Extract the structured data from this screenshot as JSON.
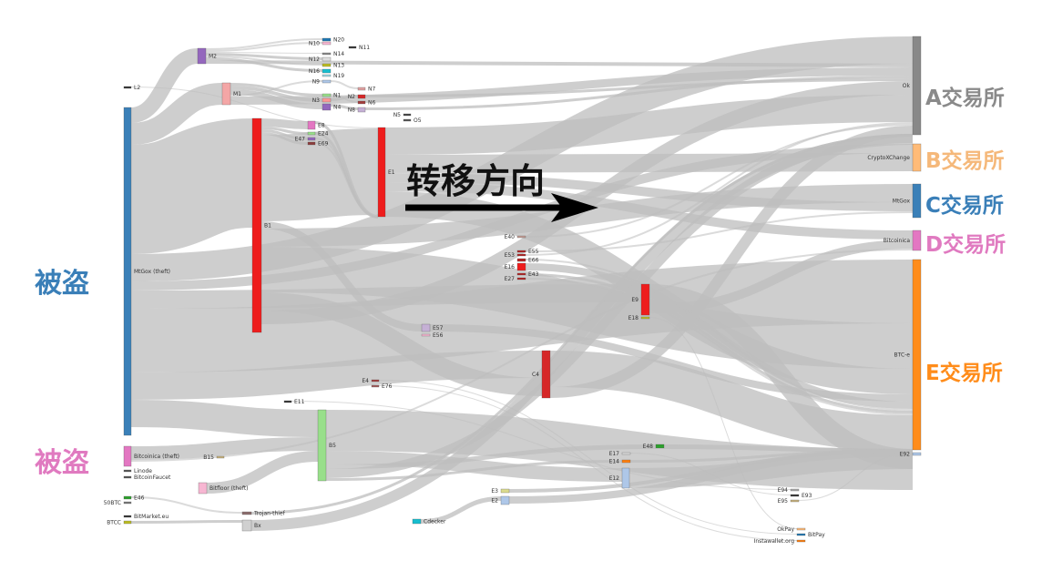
{
  "annotations": {
    "stolen_top": {
      "text": "被盗",
      "color": "#3a7fb8"
    },
    "stolen_bottom": {
      "text": "被盗",
      "color": "#e07ac0"
    },
    "direction": "转移方向",
    "exchanges": [
      {
        "text": "A交易所",
        "color": "#8a8a8a"
      },
      {
        "text": "B交易所",
        "color": "#f5b87a"
      },
      {
        "text": "C交易所",
        "color": "#3a7fb8"
      },
      {
        "text": "D交易所",
        "color": "#e07ac0"
      },
      {
        "text": "E交易所",
        "color": "#ff8c1a"
      }
    ]
  },
  "link_color": "#bdbdbd",
  "nodes": [
    {
      "name": "L2",
      "color": "#333333"
    },
    {
      "name": "MtGox (theft)",
      "color": "#3a80b8"
    },
    {
      "name": "Bitcoinica (theft)",
      "color": "#e377c2"
    },
    {
      "name": "Linode",
      "color": "#555555"
    },
    {
      "name": "BitcoinFaucet",
      "color": "#555555"
    },
    {
      "name": "E46",
      "color": "#2ca02c"
    },
    {
      "name": "50BTC",
      "color": "#777777"
    },
    {
      "name": "BitMarket.eu",
      "color": "#333333"
    },
    {
      "name": "BTCC",
      "color": "#bcbd22"
    },
    {
      "name": "M2",
      "color": "#9467bd"
    },
    {
      "name": "M1",
      "color": "#f4a6a6"
    },
    {
      "name": "B1",
      "color": "#ee1c1c"
    },
    {
      "name": "B15",
      "color": "#c9b27c"
    },
    {
      "name": "Bitfloor (theft)",
      "color": "#f7b6d2"
    },
    {
      "name": "Trojan-thief",
      "color": "#8c6d6d"
    },
    {
      "name": "Bx",
      "color": "#d0d0d0"
    },
    {
      "name": "E11",
      "color": "#333333"
    },
    {
      "name": "E8",
      "color": "#e377c2"
    },
    {
      "name": "E24",
      "color": "#98df8a"
    },
    {
      "name": "E47",
      "color": "#9467bd"
    },
    {
      "name": "E69",
      "color": "#8c3d3d"
    },
    {
      "name": "N20",
      "color": "#1f77b4"
    },
    {
      "name": "N10",
      "color": "#f7b6d2"
    },
    {
      "name": "N11",
      "color": "#333333"
    },
    {
      "name": "N14",
      "color": "#888888"
    },
    {
      "name": "N12",
      "color": "#dddddd"
    },
    {
      "name": "N13",
      "color": "#bcbd22"
    },
    {
      "name": "N16",
      "color": "#17becf"
    },
    {
      "name": "N19",
      "color": "#9edae5"
    },
    {
      "name": "N9",
      "color": "#aec7e8"
    },
    {
      "name": "N1",
      "color": "#98df8a"
    },
    {
      "name": "N3",
      "color": "#ff9896"
    },
    {
      "name": "N4",
      "color": "#9467bd"
    },
    {
      "name": "N7",
      "color": "#e0a0a0"
    },
    {
      "name": "N2",
      "color": "#d62728"
    },
    {
      "name": "N6",
      "color": "#a33c3c"
    },
    {
      "name": "N8",
      "color": "#c5b0d5"
    },
    {
      "name": "N5",
      "color": "#444444"
    },
    {
      "name": "O5",
      "color": "#555555"
    },
    {
      "name": "E1",
      "color": "#ee1c1c"
    },
    {
      "name": "E4",
      "color": "#a33c3c"
    },
    {
      "name": "E76",
      "color": "#a35c5c"
    },
    {
      "name": "B5",
      "color": "#98df8a"
    },
    {
      "name": "E57",
      "color": "#c5b0d5"
    },
    {
      "name": "E56",
      "color": "#f7b6d2"
    },
    {
      "name": "E40",
      "color": "#c49c94"
    },
    {
      "name": "E55",
      "color": "#b22222"
    },
    {
      "name": "E53",
      "color": "#b22222"
    },
    {
      "name": "E66",
      "color": "#b22222"
    },
    {
      "name": "E16",
      "color": "#ee1c1c"
    },
    {
      "name": "E43",
      "color": "#b22222"
    },
    {
      "name": "E27",
      "color": "#b22222"
    },
    {
      "name": "C4",
      "color": "#d62728"
    },
    {
      "name": "E9",
      "color": "#ee1c1c"
    },
    {
      "name": "E18",
      "color": "#bcbd22"
    },
    {
      "name": "E48",
      "color": "#2ca02c"
    },
    {
      "name": "E17",
      "color": "#dddddd"
    },
    {
      "name": "E14",
      "color": "#ff7f0e"
    },
    {
      "name": "E12",
      "color": "#aec7e8"
    },
    {
      "name": "E3",
      "color": "#dbdb8d"
    },
    {
      "name": "E2",
      "color": "#aec7e8"
    },
    {
      "name": "Cdecker",
      "color": "#17becf"
    },
    {
      "name": "E94",
      "color": "#aaaaaa"
    },
    {
      "name": "E93",
      "color": "#333333"
    },
    {
      "name": "E95",
      "color": "#c9b27c"
    },
    {
      "name": "OkPay",
      "color": "#ffbb78"
    },
    {
      "name": "BitPay",
      "color": "#1f77b4"
    },
    {
      "name": "Instawallet.org",
      "color": "#ff7f0e"
    },
    {
      "name": "Ok",
      "color": "#888888"
    },
    {
      "name": "CryptoXChange",
      "color": "#ffbb78"
    },
    {
      "name": "MtGox",
      "color": "#3a80b8"
    },
    {
      "name": "Bitcoinica",
      "color": "#e377c2"
    },
    {
      "name": "BTC-e",
      "color": "#ff8c1a"
    },
    {
      "name": "E92",
      "color": "#aec7e8"
    }
  ],
  "links": [
    [
      "MtGox (theft)",
      "M2",
      17
    ],
    [
      "MtGox (theft)",
      "M1",
      24
    ],
    [
      "MtGox (theft)",
      "B1",
      120
    ],
    [
      "MtGox (theft)",
      "Ok",
      30
    ],
    [
      "MtGox (theft)",
      "CryptoXChange",
      10
    ],
    [
      "MtGox (theft)",
      "E9",
      20
    ],
    [
      "MtGox (theft)",
      "BTC-e",
      70
    ],
    [
      "MtGox (theft)",
      "C4",
      30
    ],
    [
      "MtGox (theft)",
      "B5",
      30
    ],
    [
      "L2",
      "E1",
      1
    ],
    [
      "M2",
      "N20",
      2
    ],
    [
      "M2",
      "N10",
      2
    ],
    [
      "M2",
      "N14",
      1
    ],
    [
      "M2",
      "N12",
      3
    ],
    [
      "M2",
      "N13",
      2
    ],
    [
      "M2",
      "N16",
      3
    ],
    [
      "M2",
      "Ok",
      4
    ],
    [
      "M1",
      "N1",
      3
    ],
    [
      "M1",
      "N3",
      4
    ],
    [
      "M1",
      "N4",
      6
    ],
    [
      "M1",
      "N9",
      2
    ],
    [
      "M1",
      "Ok",
      9
    ],
    [
      "N4",
      "N8",
      3
    ],
    [
      "N3",
      "N2",
      3
    ],
    [
      "N1",
      "N6",
      2
    ],
    [
      "N9",
      "N7",
      2
    ],
    [
      "N8",
      "Ok",
      3
    ],
    [
      "N2",
      "Ok",
      3
    ],
    [
      "B1",
      "E8",
      9
    ],
    [
      "B1",
      "E24",
      3
    ],
    [
      "B1",
      "E47",
      3
    ],
    [
      "B1",
      "E69",
      3
    ],
    [
      "B1",
      "E1",
      95
    ],
    [
      "B1",
      "E57",
      8
    ],
    [
      "B1",
      "MtGox",
      20
    ],
    [
      "B1",
      "BTC-e",
      50
    ],
    [
      "B1",
      "C4",
      20
    ],
    [
      "B1",
      "Ok",
      15
    ],
    [
      "E8",
      "E1",
      3
    ],
    [
      "E24",
      "E1",
      3
    ],
    [
      "E47",
      "E1",
      2
    ],
    [
      "E69",
      "E1",
      2
    ],
    [
      "E1",
      "Ok",
      30
    ],
    [
      "E1",
      "CryptoXChange",
      20
    ],
    [
      "E1",
      "MtGox",
      10
    ],
    [
      "E1",
      "Bitcoinica",
      10
    ],
    [
      "E1",
      "BTC-e",
      28
    ],
    [
      "E57",
      "BTC-e",
      8
    ],
    [
      "E16",
      "BTC-e",
      8
    ],
    [
      "E55",
      "MtGox",
      2
    ],
    [
      "E53",
      "Ok",
      2
    ],
    [
      "E66",
      "BTC-e",
      2
    ],
    [
      "E43",
      "BTC-e",
      3
    ],
    [
      "E27",
      "BTC-e",
      2
    ],
    [
      "E40",
      "Ok",
      2
    ],
    [
      "C4",
      "BTC-e",
      40
    ],
    [
      "C4",
      "Ok",
      12
    ],
    [
      "E9",
      "BTC-e",
      22
    ],
    [
      "E9",
      "Bitcoinica",
      10
    ],
    [
      "Bitcoinica (theft)",
      "B5",
      15
    ],
    [
      "Bitcoinica (theft)",
      "Bitcoinica",
      2
    ],
    [
      "Bitfloor (theft)",
      "B5",
      12
    ],
    [
      "B5",
      "BTC-e",
      45
    ],
    [
      "B5",
      "E12",
      15
    ],
    [
      "B5",
      "E48",
      5
    ],
    [
      "B5",
      "Ok",
      10
    ],
    [
      "B5",
      "E14",
      3
    ],
    [
      "E12",
      "BTC-e",
      22
    ],
    [
      "E14",
      "BTC-e",
      3
    ],
    [
      "E48",
      "BTC-e",
      5
    ],
    [
      "Bx",
      "Ok",
      12
    ],
    [
      "BTCC",
      "Bx",
      3
    ],
    [
      "E46",
      "Trojan-thief",
      2
    ],
    [
      "Trojan-thief",
      "Ok",
      3
    ],
    [
      "Cdecker",
      "E2",
      5
    ],
    [
      "E2",
      "BTC-e",
      8
    ],
    [
      "E3",
      "BTC-e",
      4
    ],
    [
      "E11",
      "E94",
      1
    ],
    [
      "E17",
      "E93",
      1
    ],
    [
      "E18",
      "OkPay",
      1
    ],
    [
      "E4",
      "BitPay",
      1
    ],
    [
      "E76",
      "Instawallet.org",
      1
    ],
    [
      "E95",
      "E92",
      1
    ]
  ]
}
